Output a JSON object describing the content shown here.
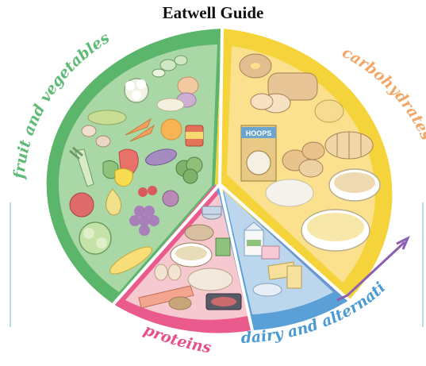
{
  "title": "Eatwell Guide",
  "segments": [
    {
      "key": "fruit",
      "label": "fruit and vegetables",
      "color": "#5bb56a",
      "fill": "#a9d7a6",
      "text_color": "#5fba78"
    },
    {
      "key": "carbs",
      "label": "carbohydrates",
      "color": "#f5d33a",
      "fill": "#fbe18d",
      "text_color": "#f0a868"
    },
    {
      "key": "dairy",
      "label": "dairy and alternatives",
      "color": "#5b9fd7",
      "fill": "#bcd6ee",
      "text_color": "#4a9ad3"
    },
    {
      "key": "proteins",
      "label": "proteins",
      "color": "#ea5a8c",
      "fill": "#f5c9cf",
      "text_color": "#e6508a"
    },
    {
      "key": "oils",
      "label": "",
      "color": "#9e7bc4",
      "fill": "#c9b7e0",
      "text_color": "#9e7bc4"
    }
  ],
  "boxes": {
    "hoops": "HOOPS"
  },
  "colors": {
    "background": "#ffffff",
    "arrow": "#8e5fb0",
    "side_line": "#9fd1e6"
  },
  "icons": [
    "cauliflower-icon",
    "carrot-icon",
    "aubergine-icon",
    "corn-icon",
    "bread-icon",
    "potato-icon",
    "rice-bowl-icon",
    "milk-carton-icon",
    "yogurt-icon",
    "eggs-icon",
    "fish-icon",
    "beans-icon"
  ]
}
